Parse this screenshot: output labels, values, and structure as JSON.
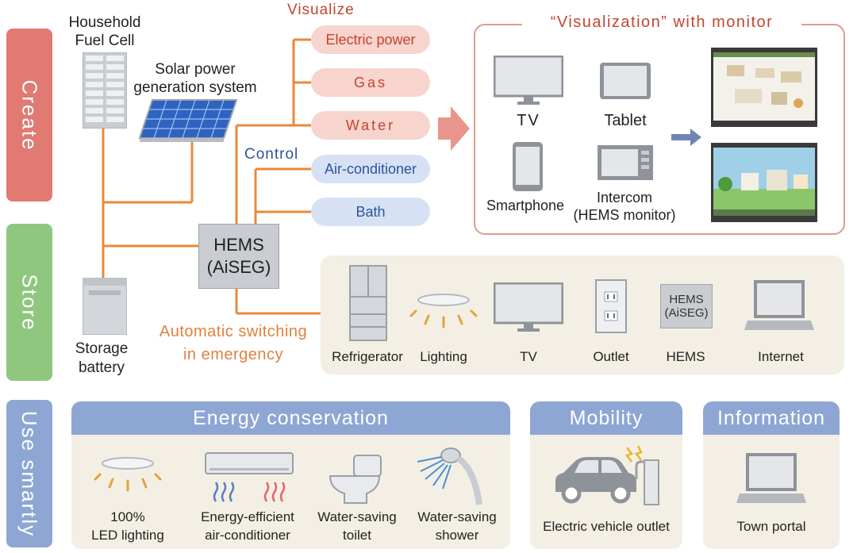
{
  "sidebar": {
    "create": "Create",
    "store": "Store",
    "use": "Use smartly"
  },
  "sources": {
    "fuel_cell": "Household\nFuel Cell",
    "solar": "Solar power\ngeneration system",
    "battery": "Storage\nbattery",
    "hems": "HEMS\n(AiSEG)"
  },
  "visualize": {
    "title": "Visualize",
    "items": [
      "Electric power",
      "Gas",
      "Water"
    ]
  },
  "control": {
    "title": "Control",
    "items": [
      "Air-conditioner",
      "Bath"
    ]
  },
  "monitor_box": {
    "title": "“Visualization” with monitor",
    "devices": [
      "TV",
      "Tablet",
      "Smartphone",
      "Intercom\n(HEMS monitor)"
    ]
  },
  "emergency": {
    "label": "Automatic switching\nin emergency",
    "items": [
      "Refrigerator",
      "Lighting",
      "TV",
      "Outlet",
      "HEMS",
      "Internet"
    ],
    "hems_icon_text": "HEMS\n(AiSEG)"
  },
  "energy_conservation": {
    "title": "Energy conservation",
    "items": [
      "100%\nLED lighting",
      "Energy-efficient\nair-conditioner",
      "Water-saving\ntoilet",
      "Water-saving\nshower"
    ]
  },
  "mobility": {
    "title": "Mobility",
    "items": [
      "Electric vehicle outlet"
    ]
  },
  "information": {
    "title": "Information",
    "items": [
      "Town portal"
    ]
  },
  "colors": {
    "create": "#e07a72",
    "store": "#8fc77f",
    "use": "#8ea6d4",
    "line": "#e8893a",
    "visualize_text": "#c2452e",
    "control_text": "#2f539b"
  }
}
